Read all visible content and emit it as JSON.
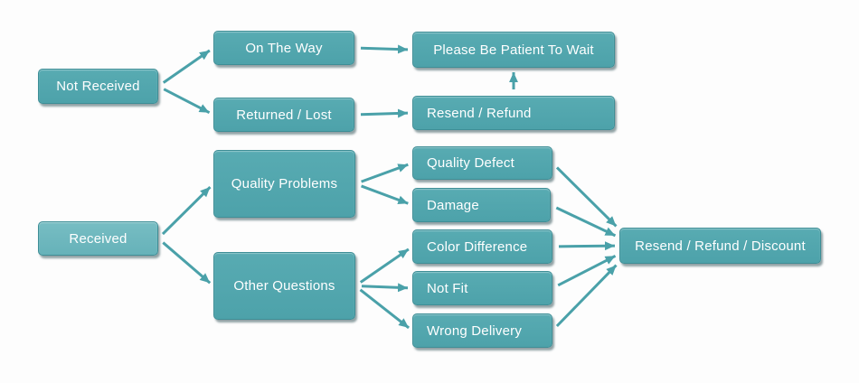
{
  "colors": {
    "box_fill": "#4da2aa",
    "box_fill_top": "#58abb2",
    "box_fill_light": "#66b2b9",
    "box_fill_light_top": "#77bdc3",
    "box_border": "#3e8e96",
    "arrow": "#4aa1a9",
    "text": "#ffffff",
    "background": "#fdfdfd"
  },
  "nodes": {
    "not_received": "Not Received",
    "on_the_way": "On The Way",
    "please_wait": "Please Be Patient To Wait",
    "returned_lost": "Returned / Lost",
    "resend_refund": "Resend / Refund",
    "received": "Received",
    "quality_problems": "Quality Problems",
    "other_questions": "Other Questions",
    "quality_defect": "Quality Defect",
    "damage": "Damage",
    "color_difference": "Color Difference",
    "not_fit": "Not Fit",
    "wrong_delivery": "Wrong Delivery",
    "resend_refund_discount": "Resend / Refund / Discount"
  },
  "edges": [
    {
      "from": "not-received",
      "to": "on-the-way",
      "from_side": "right",
      "to_side": "left"
    },
    {
      "from": "not-received",
      "to": "returned-lost",
      "from_side": "right",
      "to_side": "left"
    },
    {
      "from": "on-the-way",
      "to": "please-wait",
      "from_side": "right",
      "to_side": "left"
    },
    {
      "from": "returned-lost",
      "to": "resend-refund",
      "from_side": "right",
      "to_side": "left"
    },
    {
      "from": "resend-refund",
      "to": "please-wait",
      "from_side": "top",
      "to_side": "bottom"
    },
    {
      "from": "received",
      "to": "quality-problems",
      "from_side": "right",
      "to_side": "left"
    },
    {
      "from": "received",
      "to": "other-questions",
      "from_side": "right",
      "to_side": "left"
    },
    {
      "from": "quality-problems",
      "to": "quality-defect",
      "from_side": "right",
      "to_side": "left"
    },
    {
      "from": "quality-problems",
      "to": "damage",
      "from_side": "right",
      "to_side": "left"
    },
    {
      "from": "other-questions",
      "to": "color-difference",
      "from_side": "right",
      "to_side": "left"
    },
    {
      "from": "other-questions",
      "to": "not-fit",
      "from_side": "right",
      "to_side": "left"
    },
    {
      "from": "other-questions",
      "to": "wrong-delivery",
      "from_side": "right",
      "to_side": "left"
    },
    {
      "from": "quality-defect",
      "to": "resend-refund-discount",
      "from_side": "right",
      "to_side": "left"
    },
    {
      "from": "damage",
      "to": "resend-refund-discount",
      "from_side": "right",
      "to_side": "left"
    },
    {
      "from": "color-difference",
      "to": "resend-refund-discount",
      "from_side": "right",
      "to_side": "left"
    },
    {
      "from": "not-fit",
      "to": "resend-refund-discount",
      "from_side": "right",
      "to_side": "left"
    },
    {
      "from": "wrong-delivery",
      "to": "resend-refund-discount",
      "from_side": "right",
      "to_side": "left"
    }
  ]
}
